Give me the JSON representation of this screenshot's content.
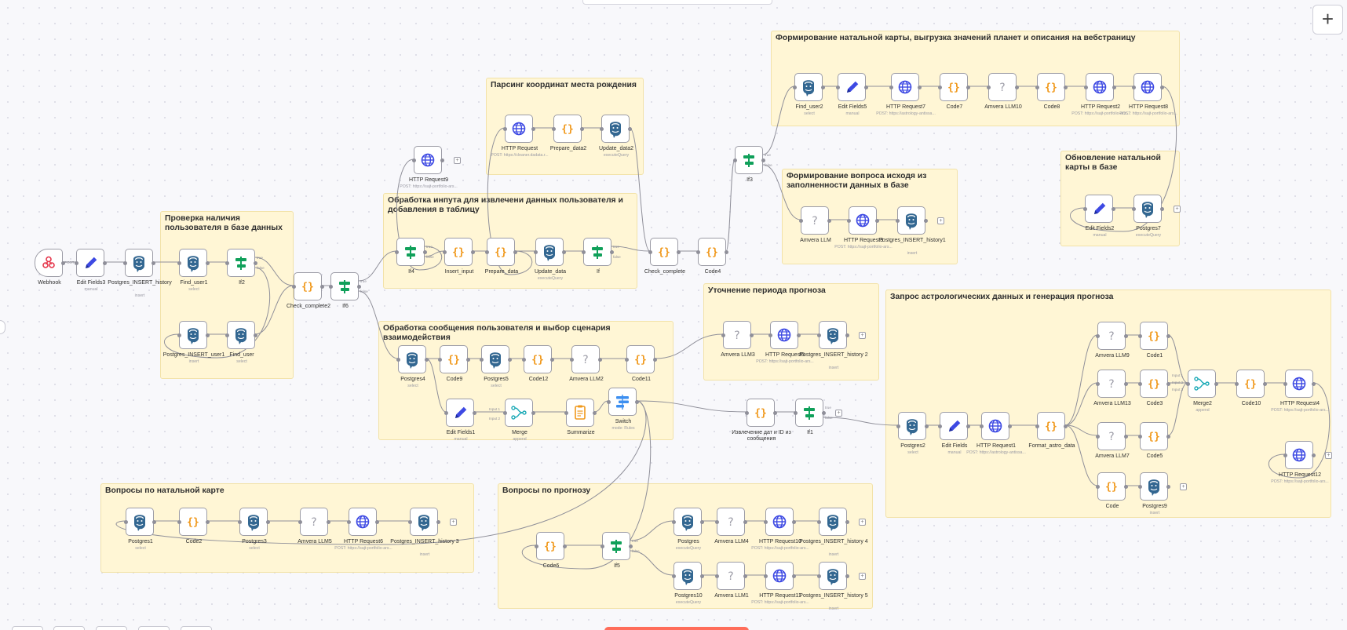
{
  "ui": {
    "add_button": "+"
  },
  "stickies": [
    {
      "key": "s0",
      "title": "Формирование натальной карты, выгрузка значений планет и описания на вебстраницу"
    },
    {
      "key": "s1",
      "title": "Парсинг координат места рождения"
    },
    {
      "key": "s2",
      "title": "Формирование вопроса исходя из заполненности данных в базе"
    },
    {
      "key": "s3",
      "title": "Обновление натальной карты в базе"
    },
    {
      "key": "s4",
      "title": "Проверка наличия пользователя в базе данных"
    },
    {
      "key": "s5",
      "title": "Обработка инпута для извлечени данных пользователя и добавления в таблицу"
    },
    {
      "key": "s6",
      "title": "Уточнение периода прогноза"
    },
    {
      "key": "s7",
      "title": "Запрос астрологических данных и генерация прогноза"
    },
    {
      "key": "s8",
      "title": "Обработка сообщения пользователя и выбор сценария взаимодействия"
    },
    {
      "key": "s9",
      "title": "Вопросы по натальной карте"
    },
    {
      "key": "s10",
      "title": "Вопросы по прогнозу"
    }
  ],
  "icon_colors": {
    "http": "#3d49e3",
    "pg": "#336791",
    "code": "#f0981a",
    "edit": "#3d49e3",
    "if": "#10a05a",
    "merge": "#1aa9b6",
    "ai": "#9d9da8",
    "summ": "#f0981a",
    "switch": "#3d8ff0",
    "webhook": "#e5364b"
  },
  "nodes": [
    {
      "id": "n1",
      "label": "Webhook",
      "sub": "",
      "icon": "webhook-icon"
    },
    {
      "id": "n2",
      "label": "Edit Fields3",
      "sub": "manual",
      "icon": "pencil-icon"
    },
    {
      "id": "n3",
      "label": "Postgres_INSERT_history",
      "sub": "insert",
      "icon": "postgres-icon"
    },
    {
      "id": "n4",
      "label": "Find_user1",
      "sub": "select",
      "icon": "postgres-icon"
    },
    {
      "id": "n5",
      "label": "If2",
      "sub": "",
      "icon": "if-icon"
    },
    {
      "id": "n6",
      "label": "Postgres_INSERT_user1",
      "sub": "insert",
      "icon": "postgres-icon"
    },
    {
      "id": "n7",
      "label": "Find_user",
      "sub": "select",
      "icon": "postgres-icon"
    },
    {
      "id": "n8",
      "label": "Check_complete2",
      "sub": "",
      "icon": "code-icon"
    },
    {
      "id": "n9",
      "label": "If6",
      "sub": "",
      "icon": "if-icon"
    },
    {
      "id": "n10",
      "label": "HTTP Request9",
      "sub": "POST: https://sajt-portfolio-ars...",
      "icon": "http-icon"
    },
    {
      "id": "n11",
      "label": "If4",
      "sub": "",
      "icon": "if-icon"
    },
    {
      "id": "n12",
      "label": "Insert_input",
      "sub": "",
      "icon": "code-icon"
    },
    {
      "id": "n13",
      "label": "Prepare_data",
      "sub": "",
      "icon": "code-icon"
    },
    {
      "id": "n14",
      "label": "Update_data",
      "sub": "executeQuery",
      "icon": "postgres-icon"
    },
    {
      "id": "n15",
      "label": "If",
      "sub": "",
      "icon": "if-icon"
    },
    {
      "id": "n16",
      "label": "HTTP Request",
      "sub": "POST: https://cleaner.dadata.r...",
      "icon": "http-icon"
    },
    {
      "id": "n17",
      "label": "Prepare_data2",
      "sub": "",
      "icon": "code-icon"
    },
    {
      "id": "n18",
      "label": "Update_data2",
      "sub": "executeQuery",
      "icon": "postgres-icon"
    },
    {
      "id": "n19",
      "label": "Check_complete",
      "sub": "",
      "icon": "code-icon"
    },
    {
      "id": "n20",
      "label": "Code4",
      "sub": "",
      "icon": "code-icon"
    },
    {
      "id": "n21",
      "label": "If3",
      "sub": "",
      "icon": "if-icon"
    },
    {
      "id": "n22",
      "label": "Find_user2",
      "sub": "select",
      "icon": "postgres-icon"
    },
    {
      "id": "n23",
      "label": "Edit Fields5",
      "sub": "manual",
      "icon": "pencil-icon"
    },
    {
      "id": "n24",
      "label": "HTTP Request7",
      "sub": "POST: https://astrology-antissa...",
      "icon": "http-icon"
    },
    {
      "id": "n25",
      "label": "Code7",
      "sub": "",
      "icon": "code-icon"
    },
    {
      "id": "n26",
      "label": "Amvera LLM10",
      "sub": "",
      "icon": "question-icon"
    },
    {
      "id": "n27",
      "label": "Code8",
      "sub": "",
      "icon": "code-icon"
    },
    {
      "id": "n28",
      "label": "HTTP Request2",
      "sub": "POST: https://sajt-portfolio-ars...",
      "icon": "http-icon"
    },
    {
      "id": "n29",
      "label": "HTTP Request8",
      "sub": "POST: https://sajt-portfolio-ars...",
      "icon": "http-icon"
    },
    {
      "id": "n30",
      "label": "Amvera LLM",
      "sub": "",
      "icon": "question-icon"
    },
    {
      "id": "n31",
      "label": "HTTP Request3",
      "sub": "POST: https://sajt-portfolio-ars...",
      "icon": "http-icon"
    },
    {
      "id": "n32",
      "label": "Postgres_INSERT_history1",
      "sub": "insert",
      "icon": "postgres-icon"
    },
    {
      "id": "n33",
      "label": "Edit Fields2",
      "sub": "manual",
      "icon": "pencil-icon"
    },
    {
      "id": "n34",
      "label": "Postgres7",
      "sub": "executeQuery",
      "icon": "postgres-icon"
    },
    {
      "id": "n35",
      "label": "Amvera LLM3",
      "sub": "",
      "icon": "question-icon"
    },
    {
      "id": "n36",
      "label": "HTTP Request5",
      "sub": "POST: https://sajt-portfolio-ars...",
      "icon": "http-icon"
    },
    {
      "id": "n37",
      "label": "Postgres_INSERT_history 2",
      "sub": "insert",
      "icon": "postgres-icon"
    },
    {
      "id": "n38",
      "label": "Postgres4",
      "sub": "select",
      "icon": "postgres-icon"
    },
    {
      "id": "n39",
      "label": "Code9",
      "sub": "",
      "icon": "code-icon"
    },
    {
      "id": "n40",
      "label": "Postgres5",
      "sub": "select",
      "icon": "postgres-icon"
    },
    {
      "id": "n41",
      "label": "Code12",
      "sub": "",
      "icon": "code-icon"
    },
    {
      "id": "n42",
      "label": "Amvera LLM2",
      "sub": "",
      "icon": "question-icon"
    },
    {
      "id": "n43",
      "label": "Code11",
      "sub": "",
      "icon": "code-icon"
    },
    {
      "id": "n44",
      "label": "Edit Fields1",
      "sub": "manual",
      "icon": "pencil-icon"
    },
    {
      "id": "n45",
      "label": "Merge",
      "sub": "append",
      "icon": "merge-icon"
    },
    {
      "id": "n46",
      "label": "Summarize",
      "sub": "",
      "icon": "summarize-icon"
    },
    {
      "id": "n47",
      "label": "Switch",
      "sub": "mode: Rules",
      "icon": "switch-icon"
    },
    {
      "id": "n48",
      "label": "Извлечение дат и ID из сообщения",
      "sub": "",
      "icon": "code-icon"
    },
    {
      "id": "n49",
      "label": "If1",
      "sub": "",
      "icon": "if-icon"
    },
    {
      "id": "n50",
      "label": "Postgres2",
      "sub": "select",
      "icon": "postgres-icon"
    },
    {
      "id": "n51",
      "label": "Edit Fields",
      "sub": "manual",
      "icon": "pencil-icon"
    },
    {
      "id": "n52",
      "label": "HTTP Request1",
      "sub": "POST: https://astrology-antissa...",
      "icon": "http-icon"
    },
    {
      "id": "n53",
      "label": "Format_astro_data",
      "sub": "",
      "icon": "code-icon"
    },
    {
      "id": "n54",
      "label": "Amvera LLM9",
      "sub": "",
      "icon": "question-icon"
    },
    {
      "id": "n55",
      "label": "Code1",
      "sub": "",
      "icon": "code-icon"
    },
    {
      "id": "n56",
      "label": "Amvera LLM13",
      "sub": "",
      "icon": "question-icon"
    },
    {
      "id": "n57",
      "label": "Code3",
      "sub": "",
      "icon": "code-icon"
    },
    {
      "id": "n58",
      "label": "Amvera LLM7",
      "sub": "",
      "icon": "question-icon"
    },
    {
      "id": "n59",
      "label": "Code5",
      "sub": "",
      "icon": "code-icon"
    },
    {
      "id": "n60",
      "label": "Code",
      "sub": "",
      "icon": "code-icon"
    },
    {
      "id": "n61",
      "label": "Postgres9",
      "sub": "insert",
      "icon": "postgres-icon"
    },
    {
      "id": "n62",
      "label": "Merge2",
      "sub": "append",
      "icon": "merge-icon"
    },
    {
      "id": "n63",
      "label": "Code10",
      "sub": "",
      "icon": "code-icon"
    },
    {
      "id": "n64",
      "label": "HTTP Request4",
      "sub": "POST: https://sajt-portfolio-ars...",
      "icon": "http-icon"
    },
    {
      "id": "n65",
      "label": "HTTP Request12",
      "sub": "POST: https://sajt-portfolio-ars...",
      "icon": "http-icon"
    },
    {
      "id": "n66",
      "label": "Postgres1",
      "sub": "select",
      "icon": "postgres-icon"
    },
    {
      "id": "n67",
      "label": "Code2",
      "sub": "",
      "icon": "code-icon"
    },
    {
      "id": "n68",
      "label": "Postgres3",
      "sub": "select",
      "icon": "postgres-icon"
    },
    {
      "id": "n69",
      "label": "Amvera LLM5",
      "sub": "",
      "icon": "question-icon"
    },
    {
      "id": "n70",
      "label": "HTTP Request6",
      "sub": "POST: https://sajt-portfolio-ars...",
      "icon": "http-icon"
    },
    {
      "id": "n71",
      "label": "Postgres_INSERT_history 3",
      "sub": "insert",
      "icon": "postgres-icon"
    },
    {
      "id": "n72",
      "label": "Code6",
      "sub": "",
      "icon": "code-icon"
    },
    {
      "id": "n73",
      "label": "If5",
      "sub": "",
      "icon": "if-icon"
    },
    {
      "id": "n74",
      "label": "Postgres",
      "sub": "executeQuery",
      "icon": "postgres-icon"
    },
    {
      "id": "n75",
      "label": "Amvera LLM4",
      "sub": "",
      "icon": "question-icon"
    },
    {
      "id": "n76",
      "label": "HTTP Request10",
      "sub": "POST: https://sajt-portfolio-ars...",
      "icon": "http-icon"
    },
    {
      "id": "n77",
      "label": "Postgres_INSERT_history 4",
      "sub": "insert",
      "icon": "postgres-icon"
    },
    {
      "id": "n78",
      "label": "Postgres10",
      "sub": "executeQuery",
      "icon": "postgres-icon"
    },
    {
      "id": "n79",
      "label": "Amvera LLM1",
      "sub": "",
      "icon": "question-icon"
    },
    {
      "id": "n80",
      "label": "HTTP Request11",
      "sub": "POST: https://sajt-portfolio-ars...",
      "icon": "http-icon"
    },
    {
      "id": "n81",
      "label": "Postgres_INSERT_history 5",
      "sub": "insert",
      "icon": "postgres-icon"
    }
  ],
  "port_tags": {
    "true": "true",
    "false": "false",
    "post": "POST",
    "input1": "Input 1",
    "input2": "Input 2",
    "input3": "Input 3"
  }
}
